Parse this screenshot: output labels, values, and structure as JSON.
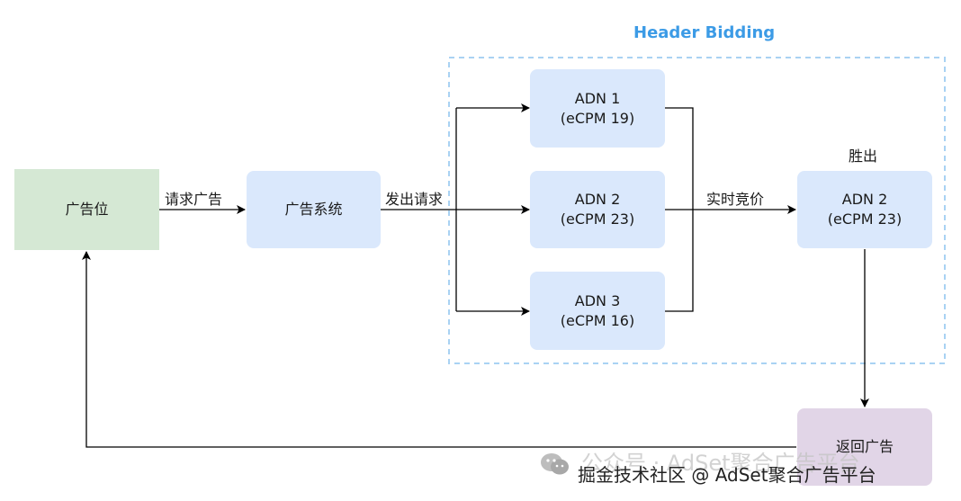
{
  "diagram": {
    "header_bidding_title": "Header Bidding",
    "nodes": {
      "ad_slot": "广告位",
      "ad_system": "广告系统",
      "adn1": {
        "name": "ADN 1",
        "ecpm": "(eCPM 19)"
      },
      "adn2": {
        "name": "ADN 2",
        "ecpm": "(eCPM 23)"
      },
      "adn3": {
        "name": "ADN 3",
        "ecpm": "(eCPM 16)"
      },
      "winner": {
        "caption": "胜出",
        "name": "ADN 2",
        "ecpm": "(eCPM 23)"
      },
      "return_ad": "返回广告"
    },
    "edges": {
      "request_ad": "请求广告",
      "send_request": "发出请求",
      "rtb": "实时竞价"
    },
    "colors": {
      "ad_slot_fill": "#d5e8d4",
      "adn_fill": "#dae8fc",
      "return_fill": "#e1d5e7",
      "header_bidding_border": "#a9d2f3",
      "header_bidding_title": "#3c9be6"
    }
  },
  "watermark": {
    "line1": "公众号 · AdSet聚合广告平台",
    "line2": "掘金技术社区 @ AdSet聚合广告平台",
    "icon": "wechat-icon"
  }
}
